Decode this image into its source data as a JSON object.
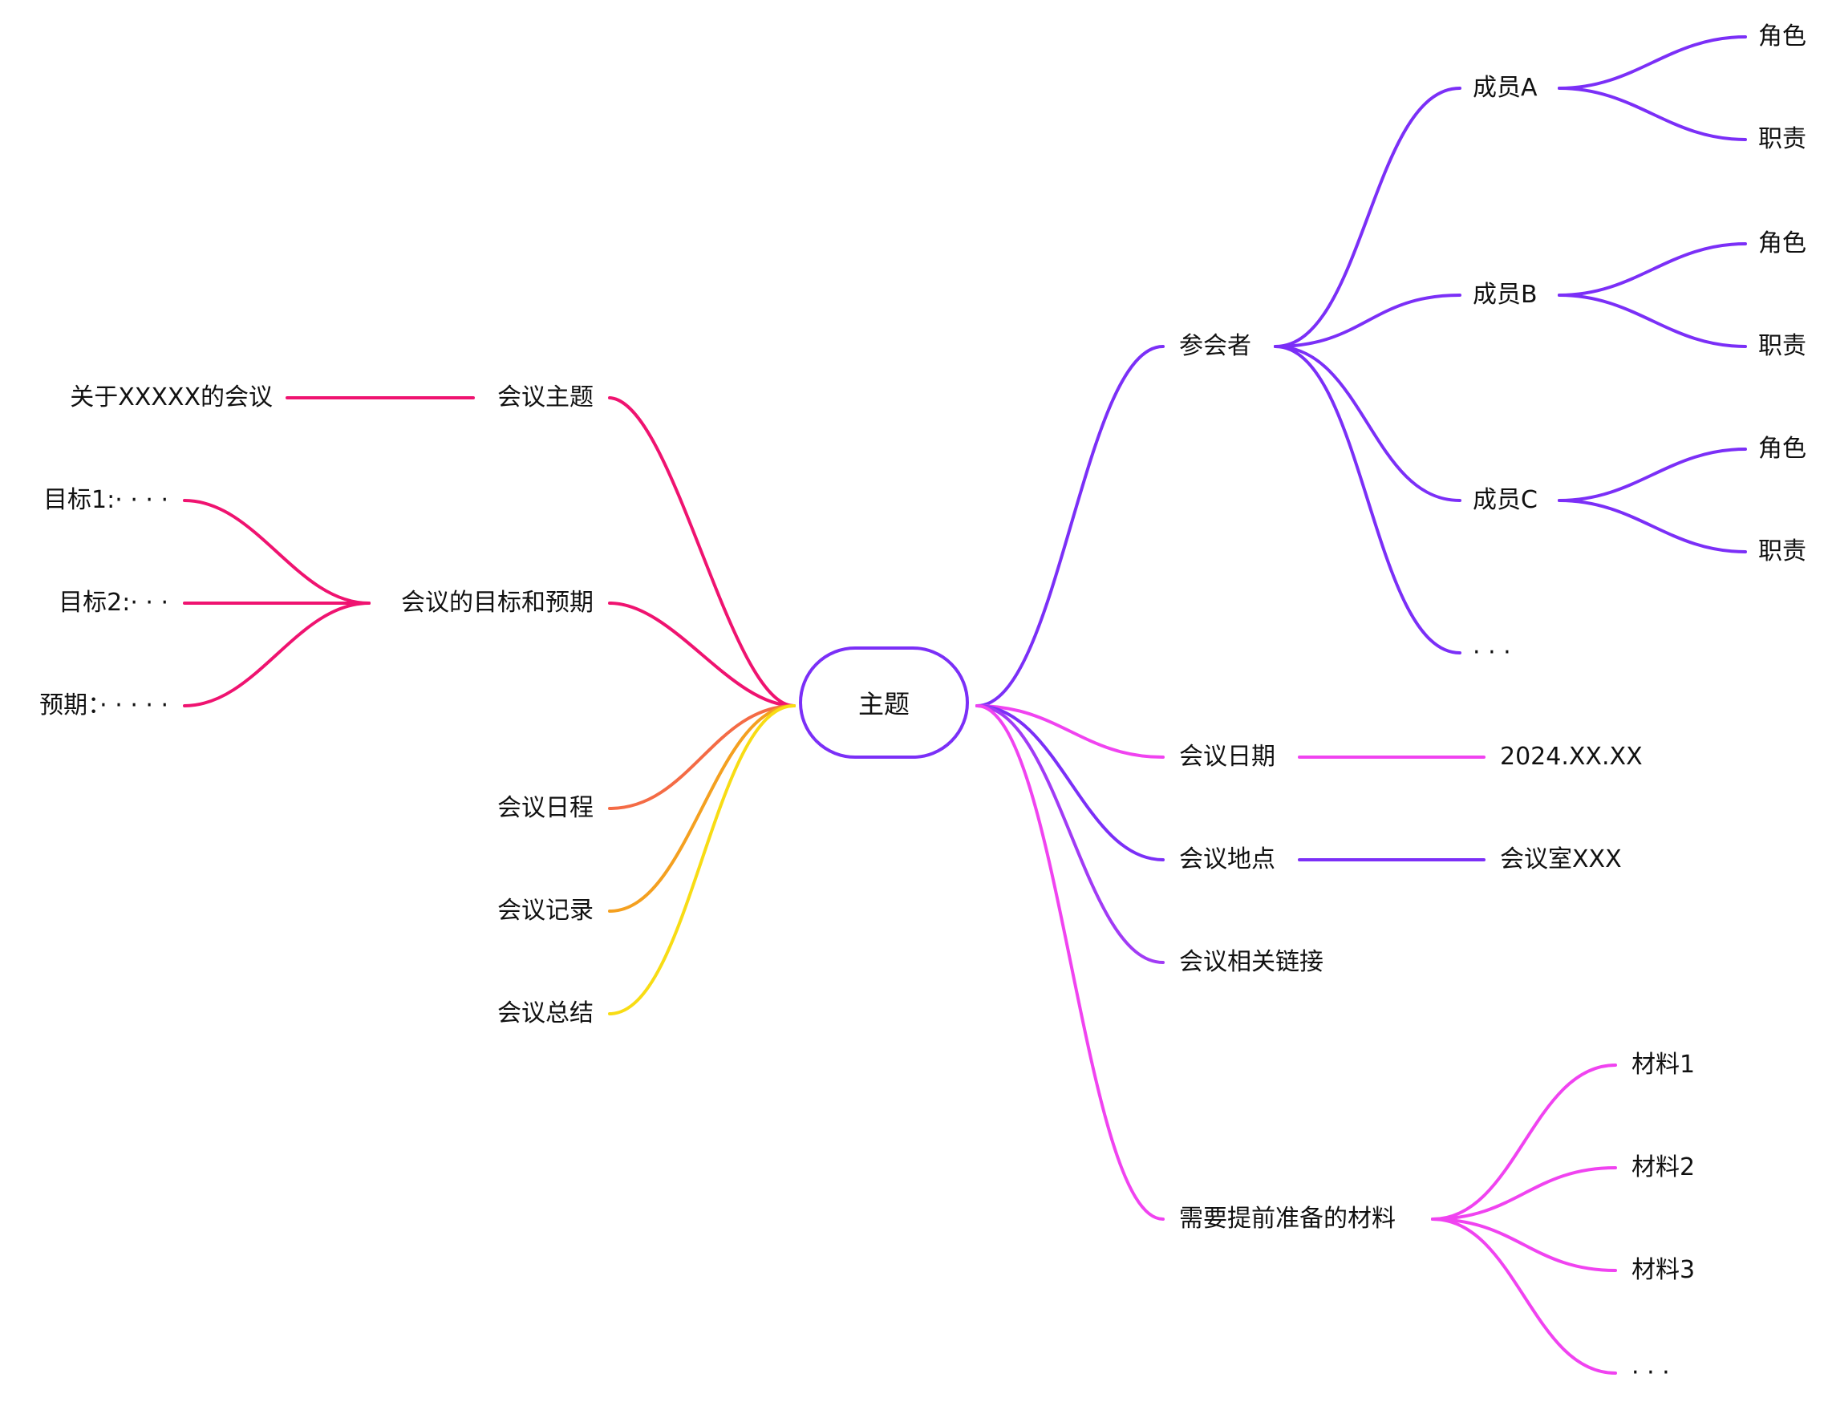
{
  "colors": {
    "crimson": "#ef1370",
    "orange": "#f46b45",
    "amber": "#f4a020",
    "yellow": "#f8dc14",
    "purple": "#7b2ff7",
    "magenta": "#f043f0"
  },
  "root": {
    "label": "主题"
  },
  "left": {
    "topic": {
      "label": "会议主题",
      "child": "关于XXXXX的会议"
    },
    "goals": {
      "label": "会议的目标和预期",
      "children": [
        "目标1:· · · ·",
        "目标2:· · ·",
        "预期：· · · · ·"
      ]
    },
    "schedule": {
      "label": "会议日程"
    },
    "records": {
      "label": "会议记录"
    },
    "summary": {
      "label": "会议总结"
    }
  },
  "right": {
    "attendees": {
      "label": "参会者",
      "members": [
        {
          "label": "成员A",
          "children": [
            "角色",
            "职责"
          ]
        },
        {
          "label": "成员B",
          "children": [
            "角色",
            "职责"
          ]
        },
        {
          "label": "成员C",
          "children": [
            "角色",
            "职责"
          ]
        }
      ],
      "more": "· · ·"
    },
    "date": {
      "label": "会议日期",
      "child": "2024.XX.XX"
    },
    "location": {
      "label": "会议地点",
      "child": "会议室XXX"
    },
    "links": {
      "label": "会议相关链接"
    },
    "materials": {
      "label": "需要提前准备的材料",
      "children": [
        "材料1",
        "材料2",
        "材料3",
        "· · ·"
      ]
    }
  }
}
